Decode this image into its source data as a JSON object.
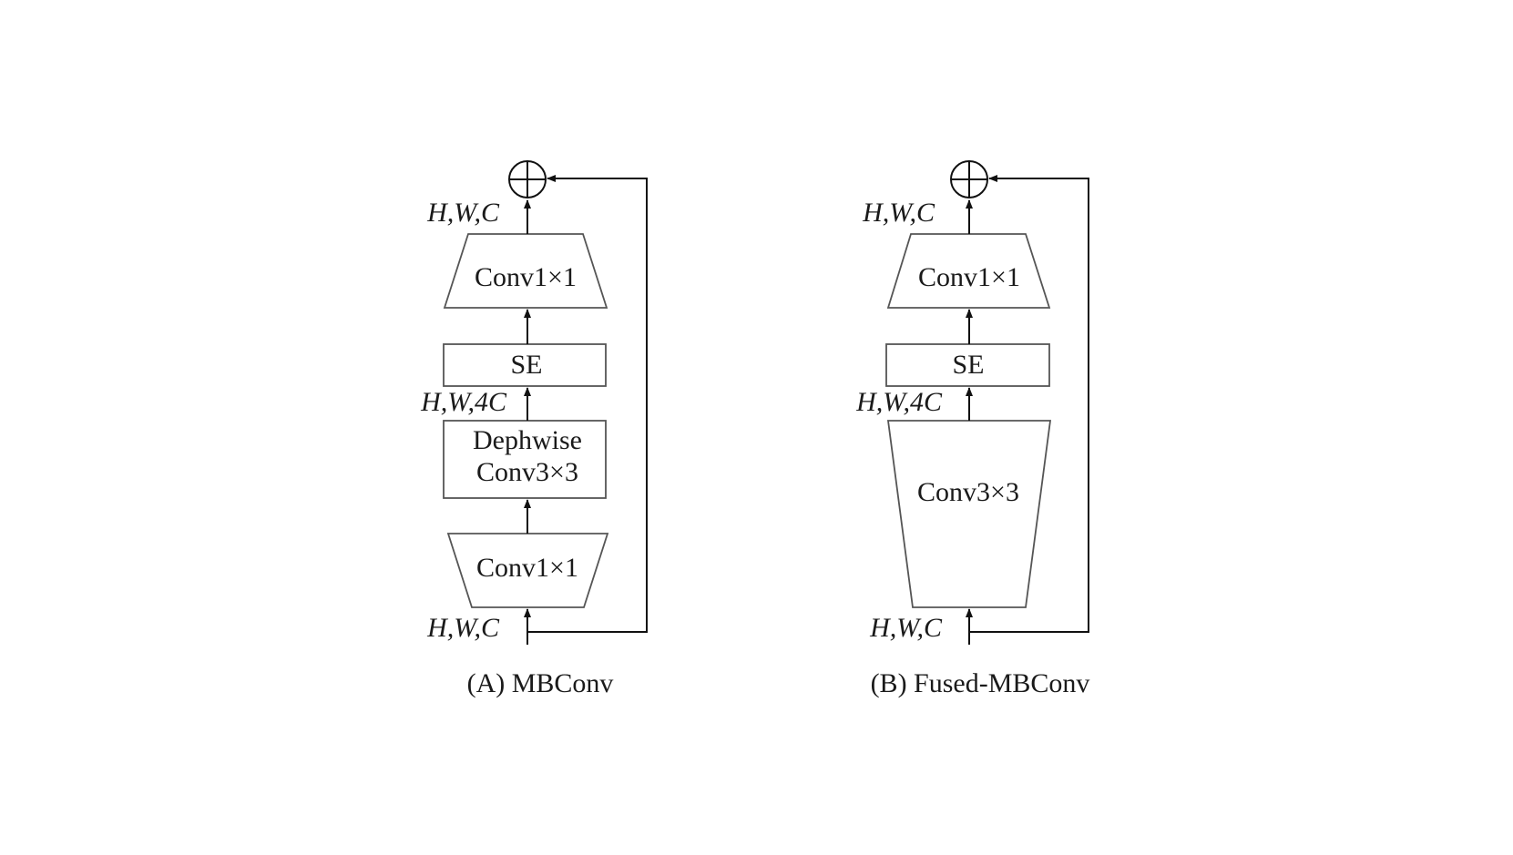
{
  "diagram": {
    "panels": [
      {
        "caption": "(A) MBConv",
        "top_conv": "Conv1×1",
        "se": "SE",
        "depthwise_line1": "Dephwise",
        "depthwise_line2": "Conv3×3",
        "bottom_conv": "Conv1×1",
        "out_dims": "H,W,C",
        "mid_dims": "H,W,4C",
        "in_dims": "H,W,C"
      },
      {
        "caption": "(B) Fused-MBConv",
        "top_conv": "Conv1×1",
        "se": "SE",
        "fused_conv": "Conv3×3",
        "out_dims": "H,W,C",
        "mid_dims": "H,W,4C",
        "in_dims": "H,W,C"
      }
    ],
    "colors": {
      "background": "#ffffff",
      "shape_stroke": "#555555",
      "arrow": "#111111",
      "text": "#1a1a1a"
    }
  }
}
